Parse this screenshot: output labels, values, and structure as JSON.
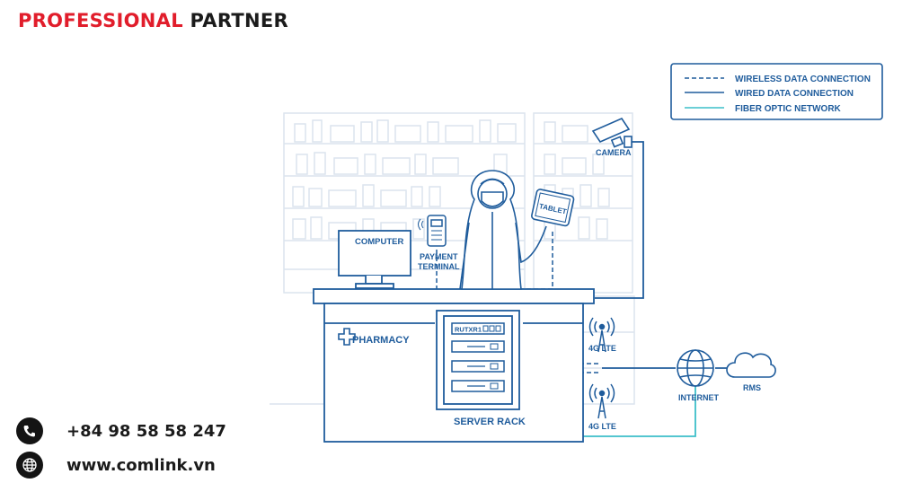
{
  "brand": {
    "part1": "PROFESSIONAL",
    "part2": "PARTNER"
  },
  "contact": {
    "phone": "+84 98 58 58 247",
    "website": "www.comlink.vn",
    "phone_icon": "phone-icon",
    "globe_icon": "globe-icon"
  },
  "legend": {
    "wireless": "WIRELESS DATA CONNECTION",
    "wired": "WIRED DATA CONNECTION",
    "fiber": "FIBER OPTIC NETWORK"
  },
  "labels": {
    "camera": "CAMERA",
    "tablet": "TABLET",
    "computer": "COMPUTER",
    "payment_1": "PAYMENT",
    "payment_2": "TERMINAL",
    "pharmacy": "PHARMACY",
    "router": "RUTXR1",
    "server_rack": "SERVER RACK",
    "lte_top": "4G LTE",
    "lte_bottom": "4G LTE",
    "internet": "INTERNET",
    "rms": "RMS"
  },
  "colors": {
    "line": "#1f5c9c",
    "fiber": "#3cbfc9",
    "faint": "#dbe4ee",
    "brand_red": "#e11d2b",
    "dark": "#1b1b1b"
  }
}
